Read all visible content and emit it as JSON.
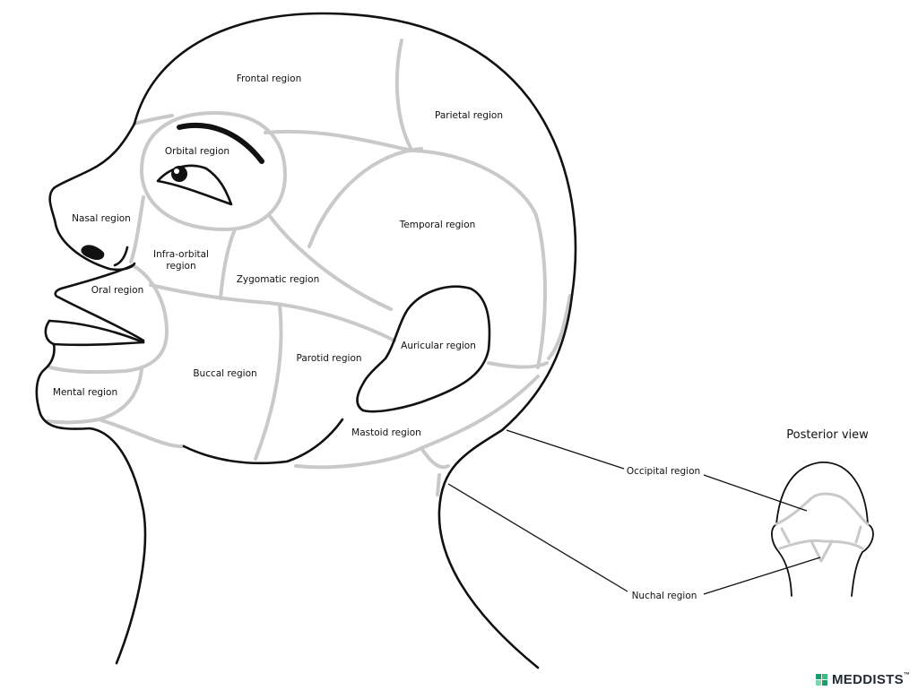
{
  "labels": {
    "frontal": "Frontal region",
    "parietal": "Parietal region",
    "orbital": "Orbital region",
    "temporal": "Temporal region",
    "nasal": "Nasal region",
    "infraorbital_line1": "Infra-orbital",
    "infraorbital_line2": "region",
    "zygomatic": "Zygomatic region",
    "oral": "Oral region",
    "auricular": "Auricular region",
    "parotid": "Parotid region",
    "buccal": "Buccal region",
    "mental": "Mental region",
    "mastoid": "Mastoid region",
    "occipital": "Occipital region",
    "nuchal": "Nuchal region"
  },
  "inset": {
    "title": "Posterior view"
  },
  "brand": {
    "name": "MEDDISTS",
    "trademark": "™",
    "colors": [
      "#1c9c6a",
      "#3dbb85",
      "#7fd6ad",
      "#1c9c6a"
    ]
  }
}
